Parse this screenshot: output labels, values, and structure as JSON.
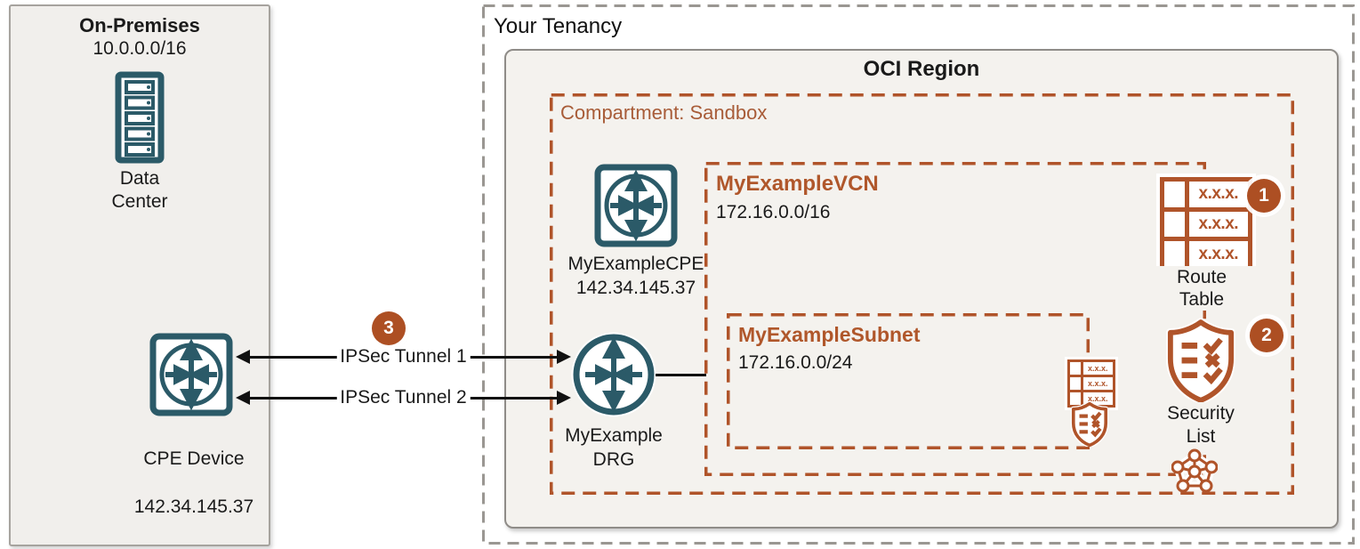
{
  "on_premises": {
    "title": "On-Premises",
    "cidr": "10.0.0.0/16",
    "data_center_label": "Data\nCenter",
    "cpe_device_label": "CPE Device",
    "cpe_device_ip": "142.34.145.37"
  },
  "tunnels": {
    "badge": "3",
    "tunnel_1": "IPSec Tunnel 1",
    "tunnel_2": "IPSec Tunnel 2"
  },
  "tenancy": {
    "label": "Your Tenancy"
  },
  "region": {
    "title": "OCI Region"
  },
  "compartment": {
    "label": "Compartment: Sandbox"
  },
  "cpe": {
    "name": "MyExampleCPE",
    "ip": "142.34.145.37"
  },
  "drg": {
    "name": "MyExample\nDRG"
  },
  "vcn": {
    "name": "MyExampleVCN",
    "cidr": "172.16.0.0/16"
  },
  "subnet": {
    "name": "MyExampleSubnet",
    "cidr": "172.16.0.0/24"
  },
  "route_table": {
    "label": "Route\nTable",
    "badge": "1",
    "cell_text": "x.x.x."
  },
  "security_list": {
    "label": "Security\nList",
    "badge": "2"
  },
  "colors": {
    "teal": "#2b5a68",
    "orange": "#b0542a",
    "badge_orange": "#ad4f23",
    "region_fill": "#f4f2ee",
    "onprem_fill": "#f1efec",
    "gray_border": "#9a9792"
  }
}
